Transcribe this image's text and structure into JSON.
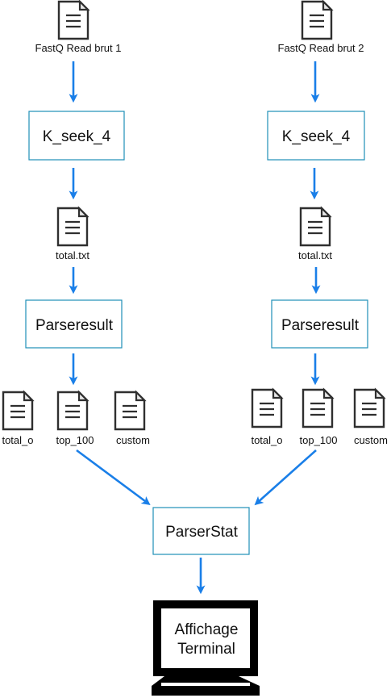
{
  "colors": {
    "arrow": "#1a7fe8",
    "box_border": "#1f8fb8",
    "icon": "#2f2f2f"
  },
  "left": {
    "input_file": "FastQ Read brut 1",
    "process": "K_seek_4",
    "intermediate_file": "total.txt",
    "parser": "Parseresult",
    "outputs": [
      "total_o",
      "top_100",
      "custom"
    ]
  },
  "right": {
    "input_file": "FastQ Read brut 2",
    "process": "K_seek_4",
    "intermediate_file": "total.txt",
    "parser": "Parseresult",
    "outputs": [
      "total_o",
      "top_100",
      "custom"
    ]
  },
  "merge": {
    "process": "ParserStat"
  },
  "terminal": {
    "line1": "Affichage",
    "line2": "Terminal",
    "icon": "monitor-icon"
  }
}
